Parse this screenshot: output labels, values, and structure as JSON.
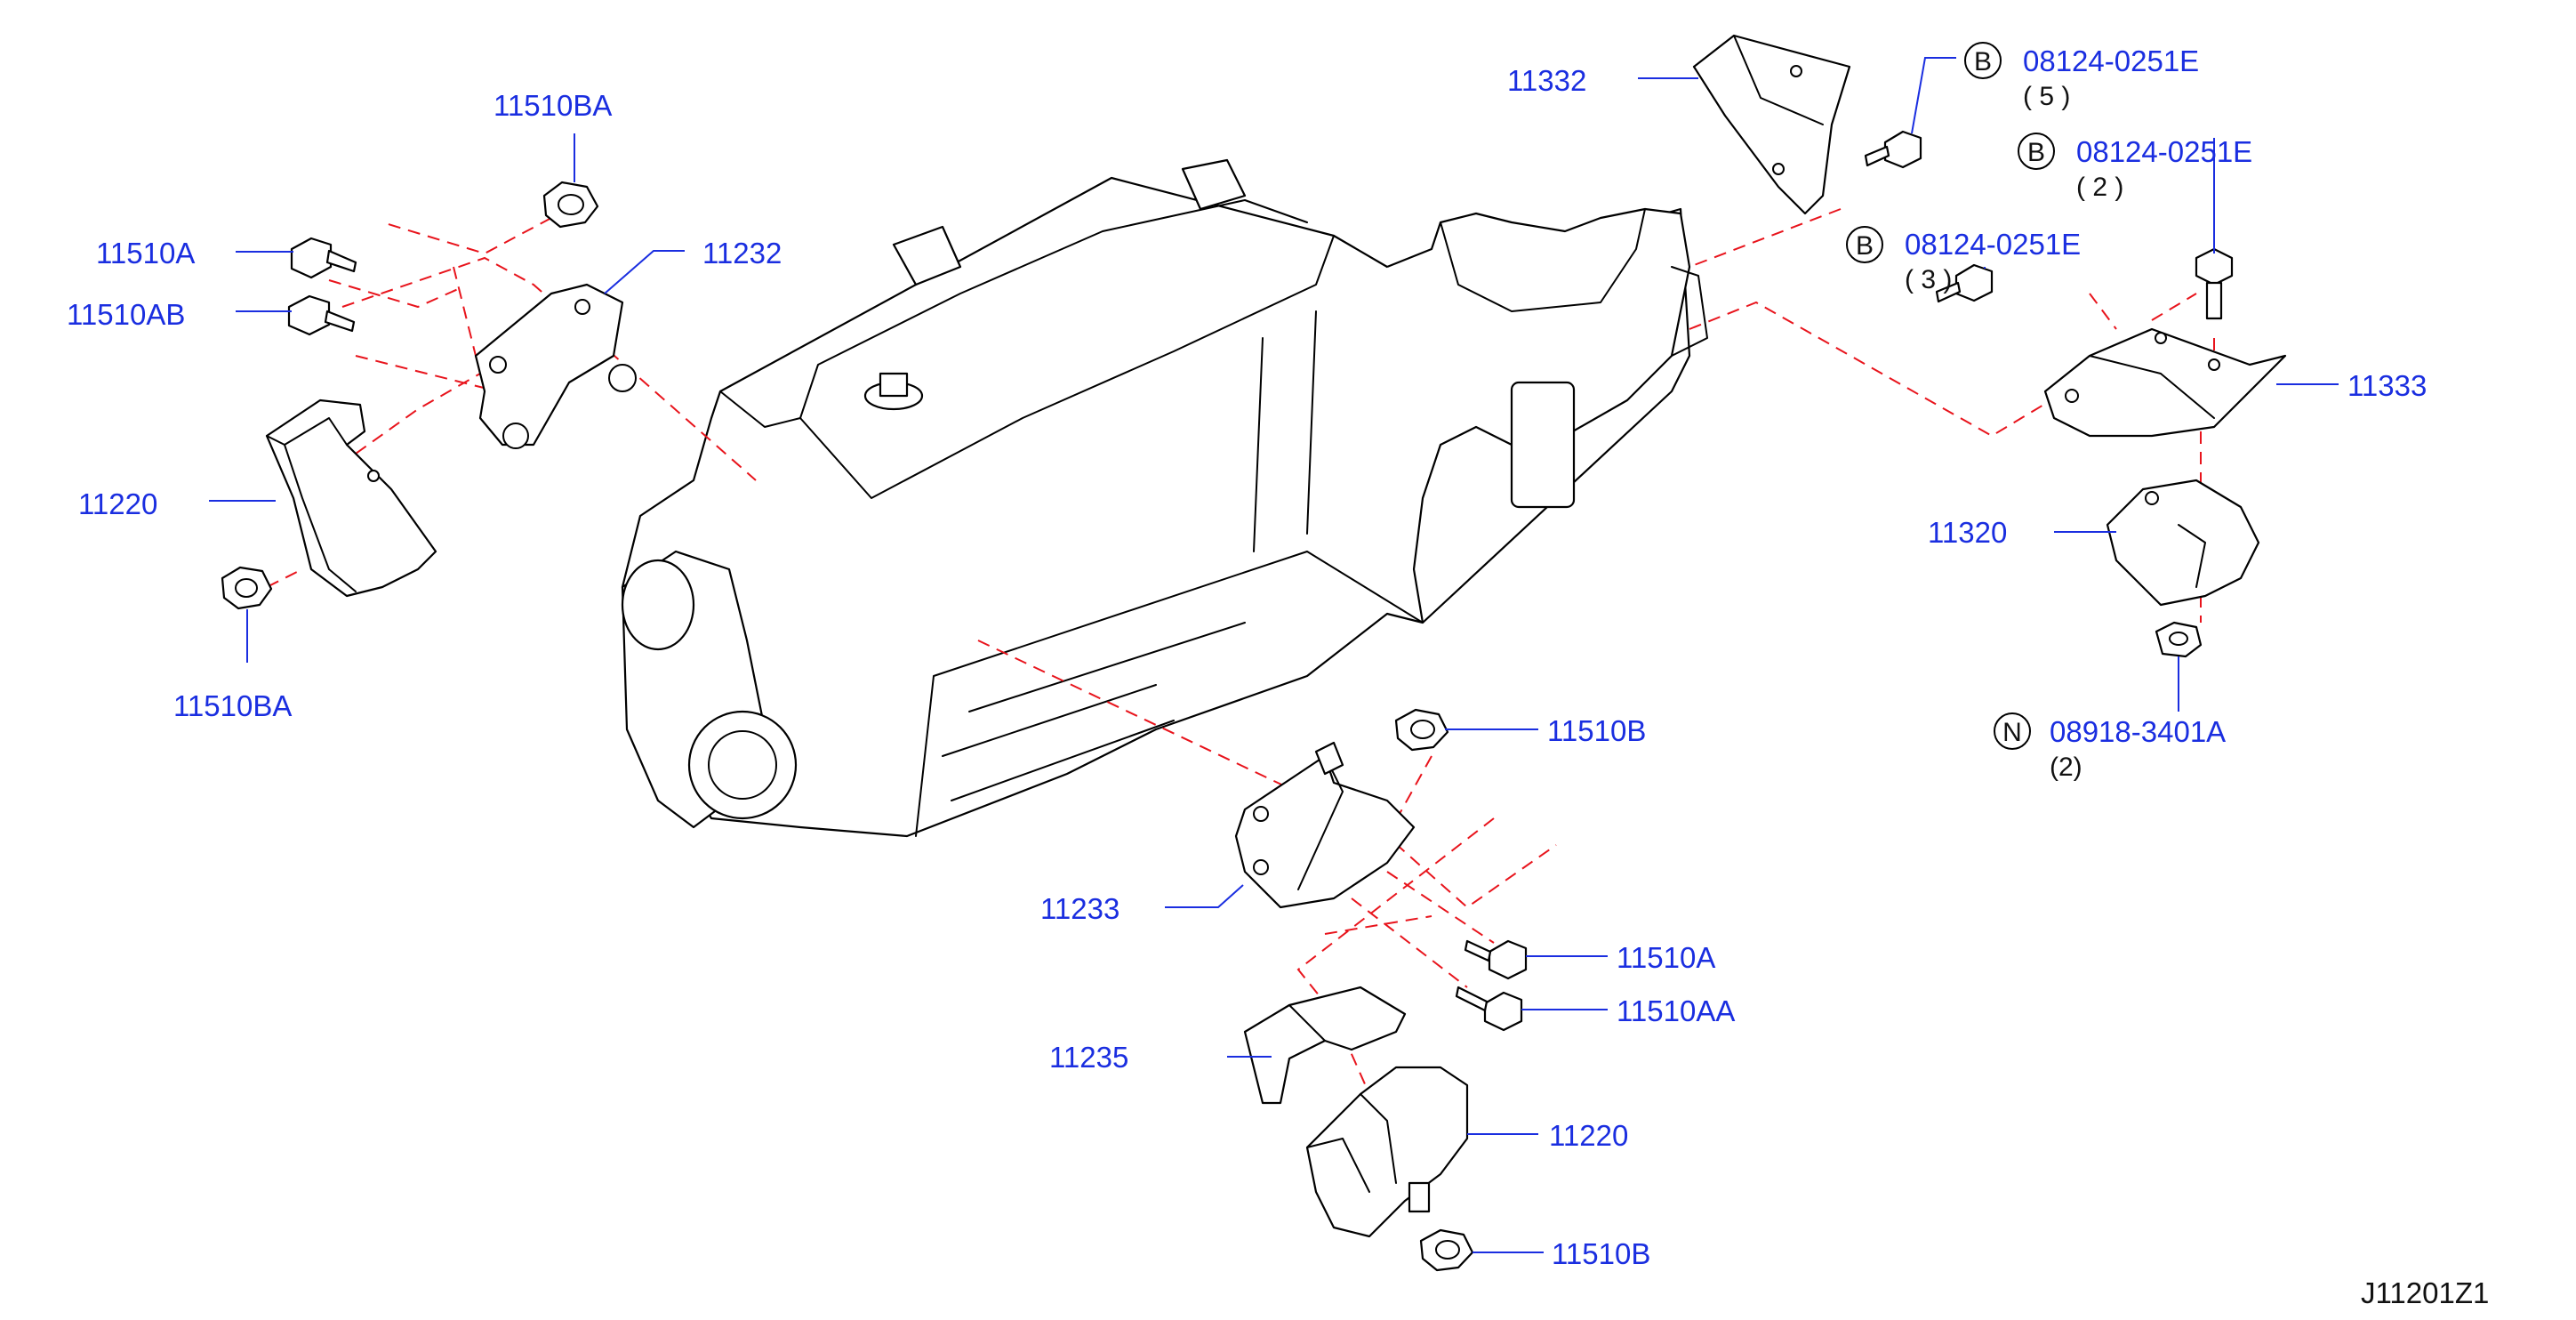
{
  "diagram_code": "J11201Z1",
  "callouts": {
    "top_left_nut": "11510BA",
    "left_bolt_a": "11510A",
    "left_bolt_ab": "11510AB",
    "left_bracket": "11232",
    "left_insulator": "11220",
    "left_lower_nut": "11510BA",
    "rear_upper_bracket": "11332",
    "bolt_b_5": {
      "letter": "B",
      "number": "08124-0251E",
      "qty": "( 5 )"
    },
    "bolt_b_2": {
      "letter": "B",
      "number": "08124-0251E",
      "qty": "( 2 )"
    },
    "bolt_b_3": {
      "letter": "B",
      "number": "08124-0251E",
      "qty": "( 3 )"
    },
    "rear_member": "11333",
    "rear_insulator": "11320",
    "nut_n": {
      "letter": "N",
      "number": "08918-3401A",
      "qty": "(2)"
    },
    "right_nut_top": "11510B",
    "right_bracket": "11233",
    "right_bolt_a": "11510A",
    "right_bolt_aa": "11510AA",
    "heat_shield": "11235",
    "right_insulator": "11220",
    "right_nut_bottom": "11510B"
  }
}
